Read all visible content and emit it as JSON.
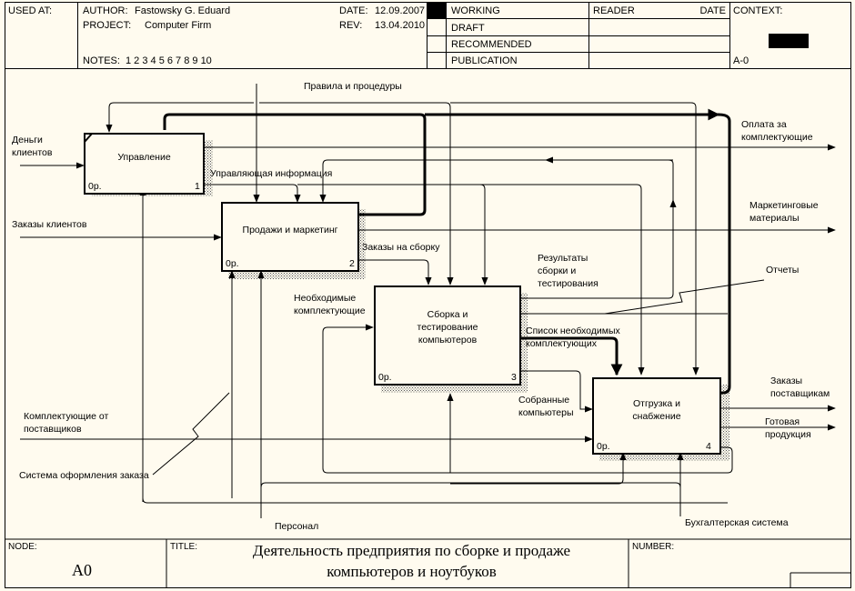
{
  "header": {
    "used_at_label": "USED AT:",
    "author_label": "AUTHOR:",
    "author": "Fastowsky G. Eduard",
    "project_label": "PROJECT:",
    "project": "Computer Firm",
    "notes_label": "NOTES:",
    "notes": "1  2  3  4  5  6  7  8  9  10",
    "date_label": "DATE:",
    "date": "12.09.2007",
    "rev_label": "REV:",
    "rev": "13.04.2010",
    "status": [
      "WORKING",
      "DRAFT",
      "RECOMMENDED",
      "PUBLICATION"
    ],
    "active_status": "WORKING",
    "reader_label": "READER",
    "reader_date_label": "DATE",
    "context_label": "CONTEXT:",
    "context_node": "A-0"
  },
  "boxes": [
    {
      "id": 1,
      "title": "Управление",
      "cost": "0р.",
      "number": "1"
    },
    {
      "id": 2,
      "title": "Продажи и маркетинг",
      "cost": "0р.",
      "number": "2"
    },
    {
      "id": 3,
      "title": "Сборка и тестирование компьютеров",
      "cost": "0р.",
      "number": "3"
    },
    {
      "id": 4,
      "title": "Отгрузка и снабжение",
      "cost": "0р.",
      "number": "4"
    }
  ],
  "arrow_labels": {
    "money": "Деньги\nклиентов",
    "customer_orders": "Заказы клиентов",
    "rules": "Правила и процедуры",
    "control_info": "Управляющая информация",
    "payment": "Оплата за\nкомплектующие",
    "marketing": "Маркетинговые\nматериалы",
    "assembly_orders": "Заказы на сборку",
    "results": "Результаты\nсборки и\nтестирования",
    "reports": "Отчеты",
    "needed_parts": "Необходимые\nкомплектующие",
    "parts_list": "Список необходимых\nкомплектующих",
    "assembled": "Собранные\nкомпьютеры",
    "supplier_parts": "Комплектующие от\nпоставщиков",
    "supplier_orders": "Заказы\nпоставщикам",
    "finished": "Готовая\nпродукция",
    "order_system": "Система оформления заказа",
    "staff": "Персонал",
    "accounting": "Бухгалтерская система"
  },
  "footer": {
    "node_label": "NODE:",
    "node": "A0",
    "title_label": "TITLE:",
    "title_line1": "Деятельность предприятия  по сборке и продаже",
    "title_line2": "компьютеров и ноутбуков",
    "number_label": "NUMBER:"
  }
}
